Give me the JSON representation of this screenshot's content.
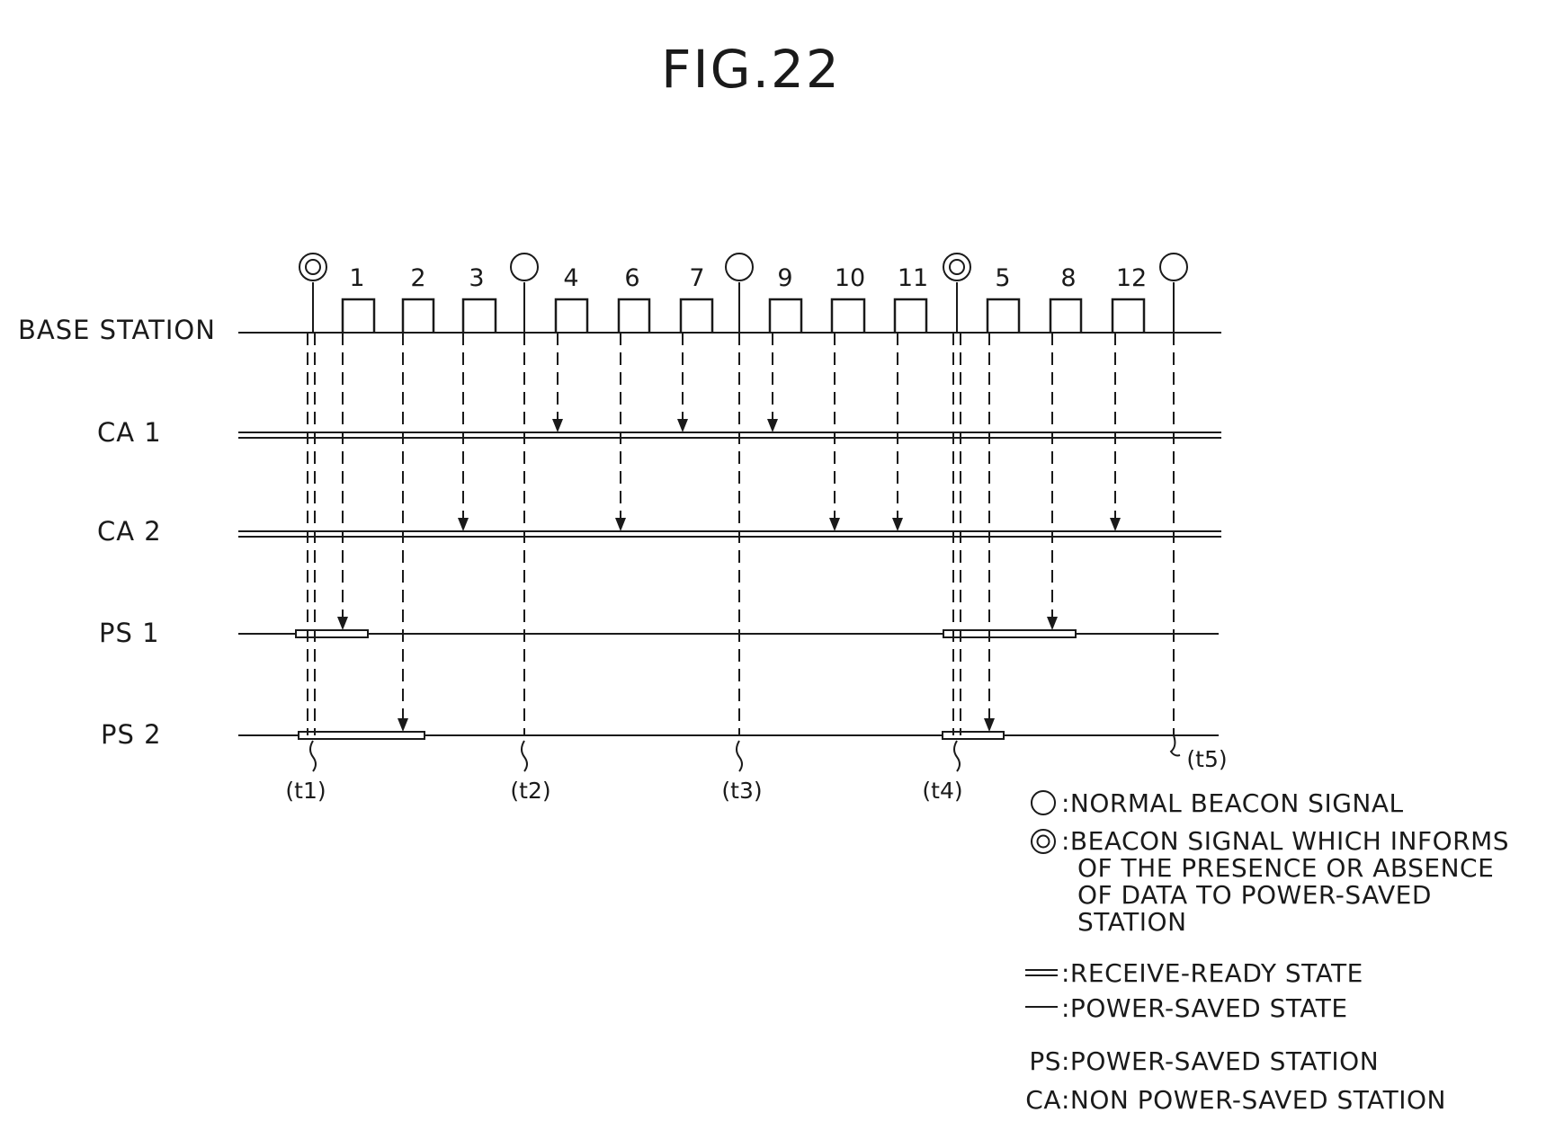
{
  "title": "FIG.22",
  "rows": {
    "base": "BASE STATION",
    "ca1": "CA 1",
    "ca2": "CA 2",
    "ps1": "PS 1",
    "ps2": "PS 2"
  },
  "beacons": [
    {
      "id": "b1",
      "type": "double"
    },
    {
      "id": "b2",
      "type": "single"
    },
    {
      "id": "b3",
      "type": "single"
    },
    {
      "id": "b4",
      "type": "double"
    },
    {
      "id": "b5",
      "type": "single"
    }
  ],
  "packets": [
    {
      "label": "1",
      "to": "ps1"
    },
    {
      "label": "2",
      "to": "ps2"
    },
    {
      "label": "3",
      "to": "ca2"
    },
    {
      "label": "4",
      "to": "ca1"
    },
    {
      "label": "6",
      "to": "ca2"
    },
    {
      "label": "7",
      "to": "ca1"
    },
    {
      "label": "9",
      "to": "ca1"
    },
    {
      "label": "10",
      "to": "ca2"
    },
    {
      "label": "11",
      "to": "ca2"
    },
    {
      "label": "5",
      "to": "ps2"
    },
    {
      "label": "8",
      "to": "ps1"
    },
    {
      "label": "12",
      "to": "ca2"
    }
  ],
  "time_marks": [
    "(t1)",
    "(t2)",
    "(t3)",
    "(t4)",
    "(t5)"
  ],
  "legend": {
    "normal_beacon": ":NORMAL BEACON SIGNAL",
    "special_beacon_lines": [
      ":BEACON SIGNAL WHICH INFORMS",
      "OF THE PRESENCE OR ABSENCE",
      "OF DATA TO POWER-SAVED",
      "STATION"
    ],
    "receive_ready": ":RECEIVE-READY STATE",
    "power_saved": ":POWER-SAVED STATE",
    "ps_def_key": "PS",
    "ps_def": ":POWER-SAVED STATION",
    "ca_def_key": "CA",
    "ca_def": ":NON POWER-SAVED STATION"
  }
}
